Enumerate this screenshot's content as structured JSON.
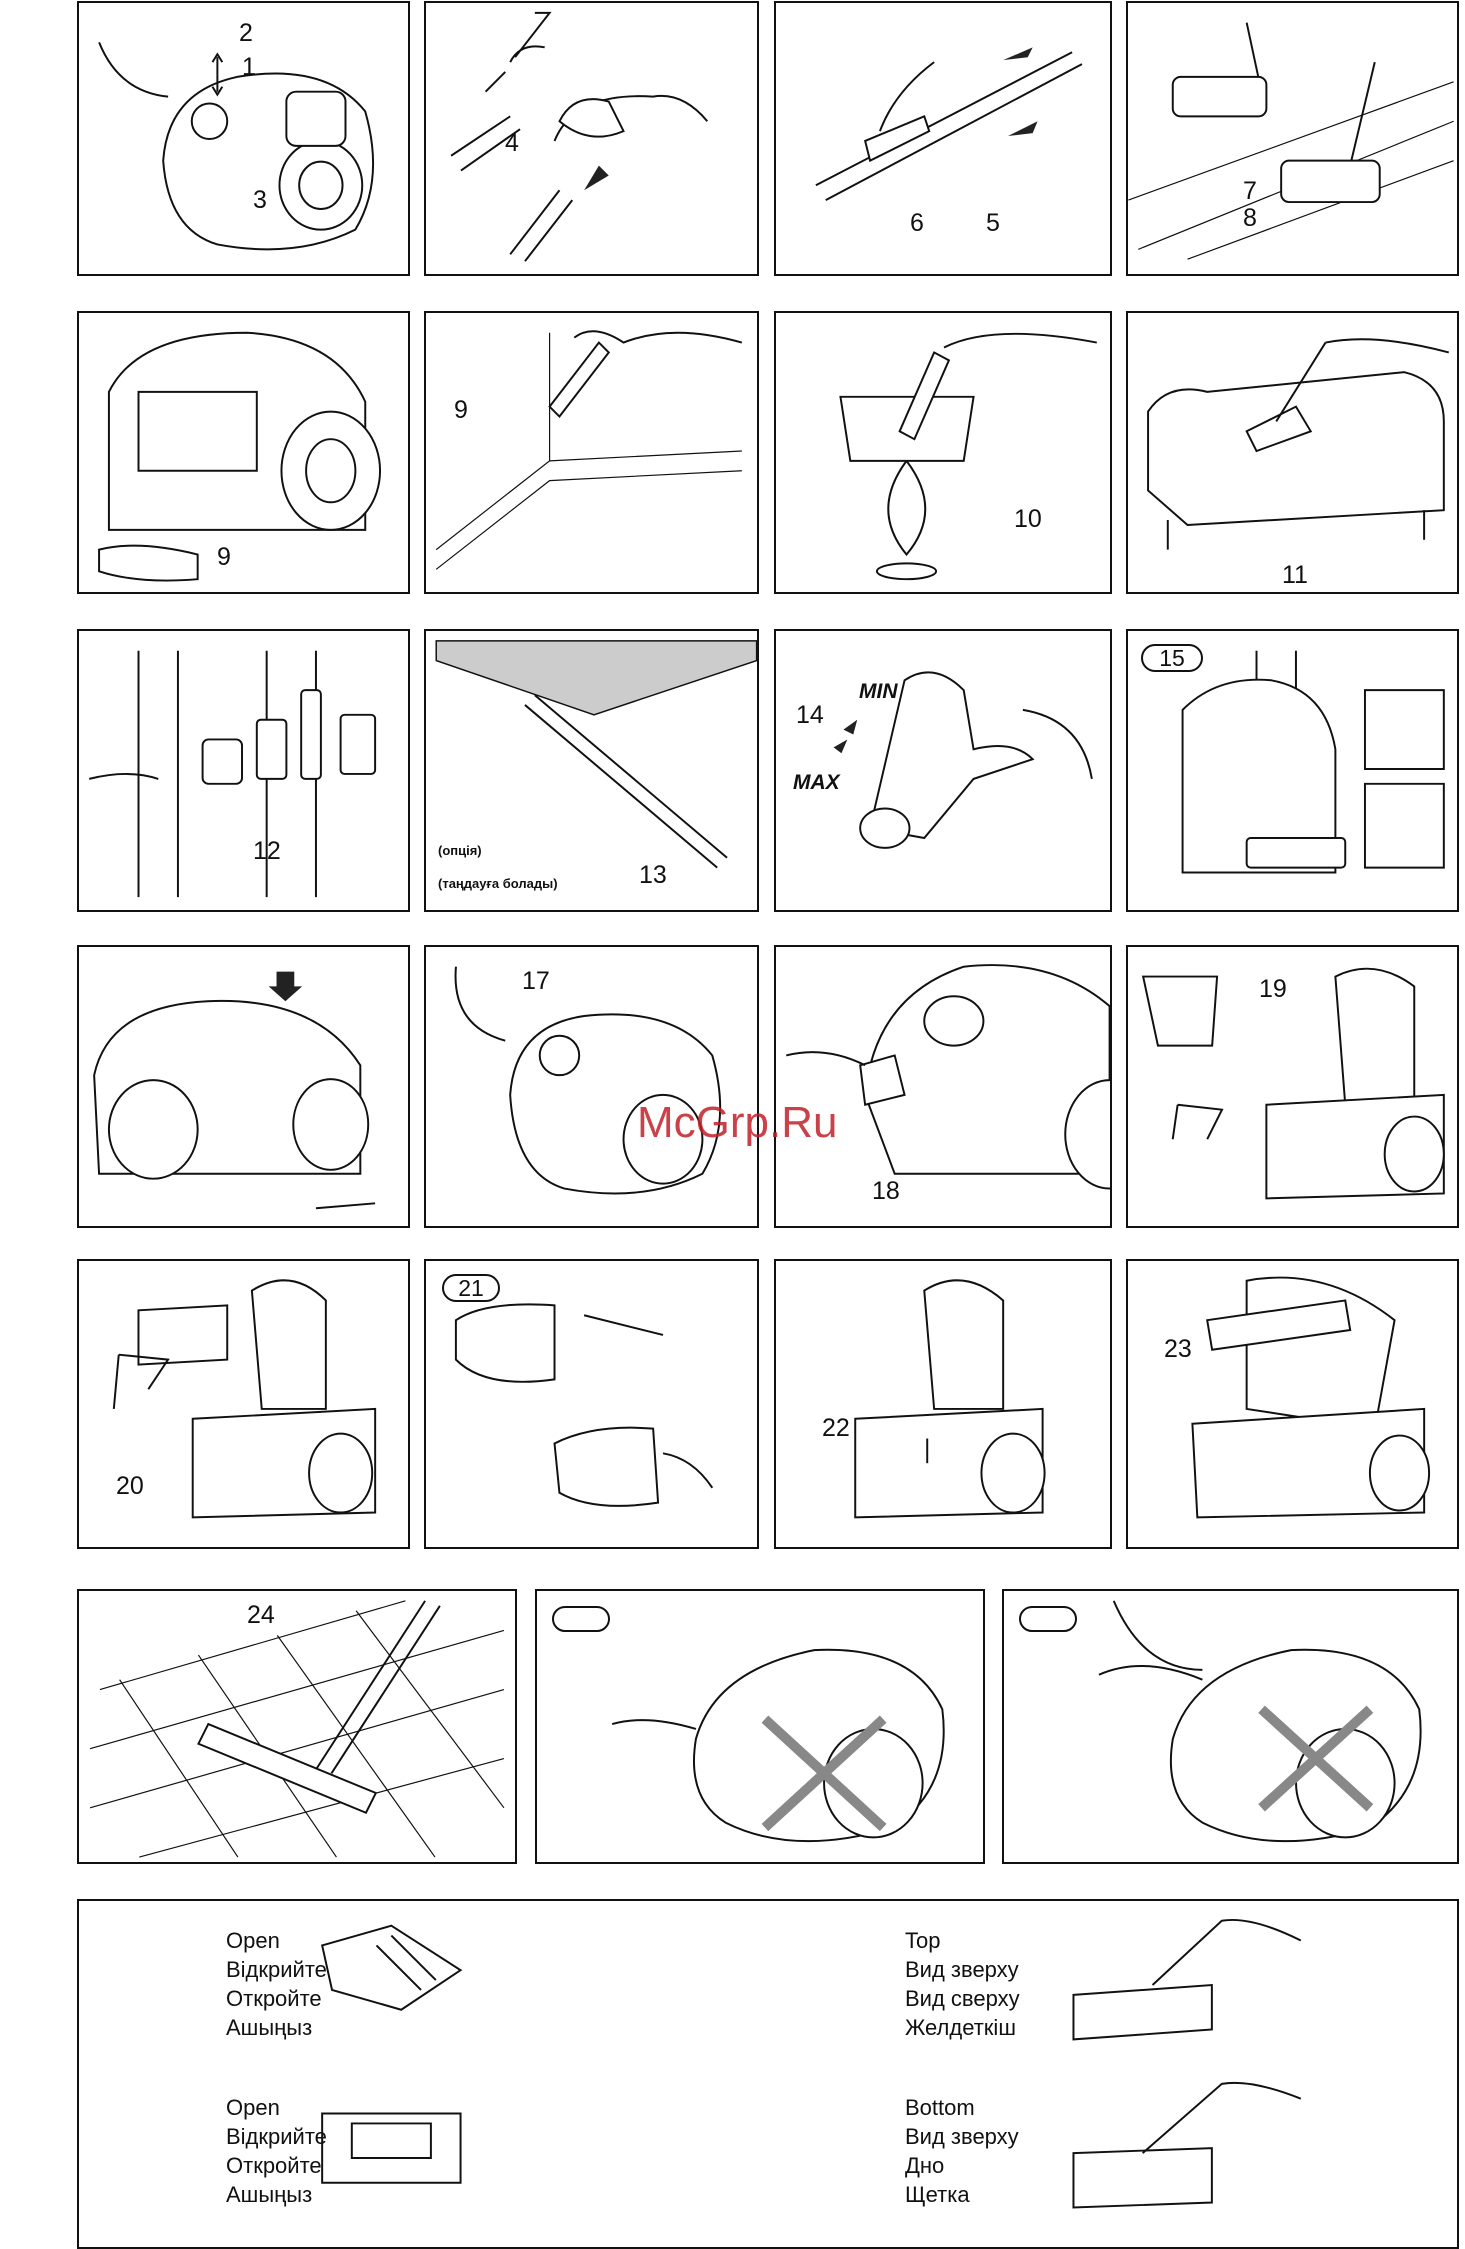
{
  "panels": {
    "p1": {
      "labels": [
        "2",
        "1",
        "3"
      ]
    },
    "p2": {
      "labels": [
        "4"
      ]
    },
    "p3": {
      "labels": [
        "6",
        "5"
      ]
    },
    "p4": {
      "labels": [
        "7",
        "8"
      ]
    },
    "p5": {
      "labels": [
        "9"
      ]
    },
    "p6": {
      "labels": [
        "9"
      ]
    },
    "p7": {
      "labels": [
        "10"
      ]
    },
    "p8": {
      "labels": [
        "11"
      ]
    },
    "p9": {
      "labels": [
        "12"
      ]
    },
    "p10": {
      "labels": [
        "13"
      ],
      "notes": [
        "(опція)",
        "(таңдауға болады)"
      ]
    },
    "p11": {
      "labels": [
        "14"
      ],
      "min": "MIN",
      "max": "MAX"
    },
    "p12": {
      "badge": "15"
    },
    "p14": {
      "labels": [
        "17"
      ]
    },
    "p15": {
      "labels": [
        "18"
      ]
    },
    "p16": {
      "labels": [
        "19"
      ]
    },
    "p17": {
      "labels": [
        "20"
      ]
    },
    "p18": {
      "badge": "21"
    },
    "p19": {
      "labels": [
        "22"
      ]
    },
    "p20": {
      "labels": [
        "23"
      ]
    },
    "p21": {
      "labels": [
        "24"
      ]
    }
  },
  "watermark": "McGrp.Ru",
  "legend": {
    "open_top": [
      "Open",
      "Відкрийте",
      "Откройте",
      "Ашыңыз"
    ],
    "open_bottom": [
      "Open",
      "Відкрийте",
      "Откройте",
      "Ашыңыз"
    ],
    "top": [
      "Top",
      "Вид зверху",
      "Вид сверху",
      "Желдеткіш"
    ],
    "bottom": [
      "Bottom",
      "Вид зверху",
      "Дно",
      "Щетка"
    ]
  }
}
